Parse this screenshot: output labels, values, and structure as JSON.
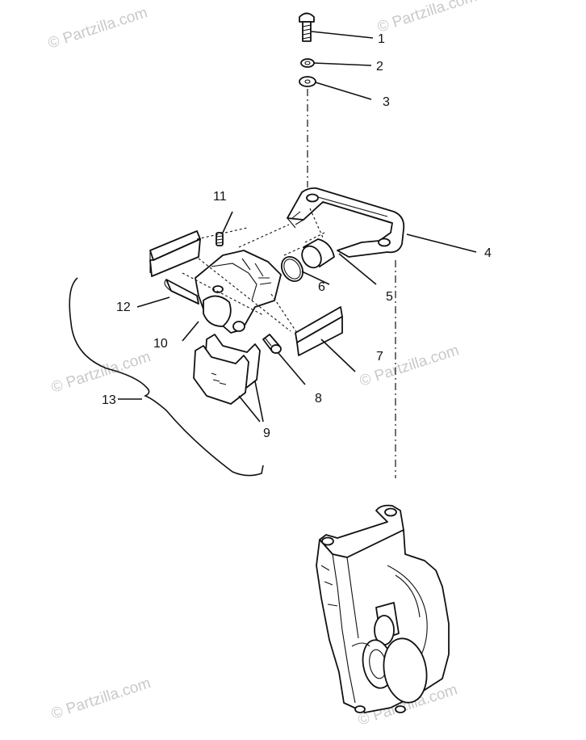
{
  "watermark": {
    "text": "© Partzilla.com"
  },
  "callouts": [
    "1",
    "2",
    "3",
    "4",
    "5",
    "6",
    "7",
    "8",
    "9",
    "10",
    "11",
    "12",
    "13"
  ],
  "colors": {
    "line": "#111111",
    "watermark": "#c9c9c9",
    "background": "#ffffff"
  }
}
